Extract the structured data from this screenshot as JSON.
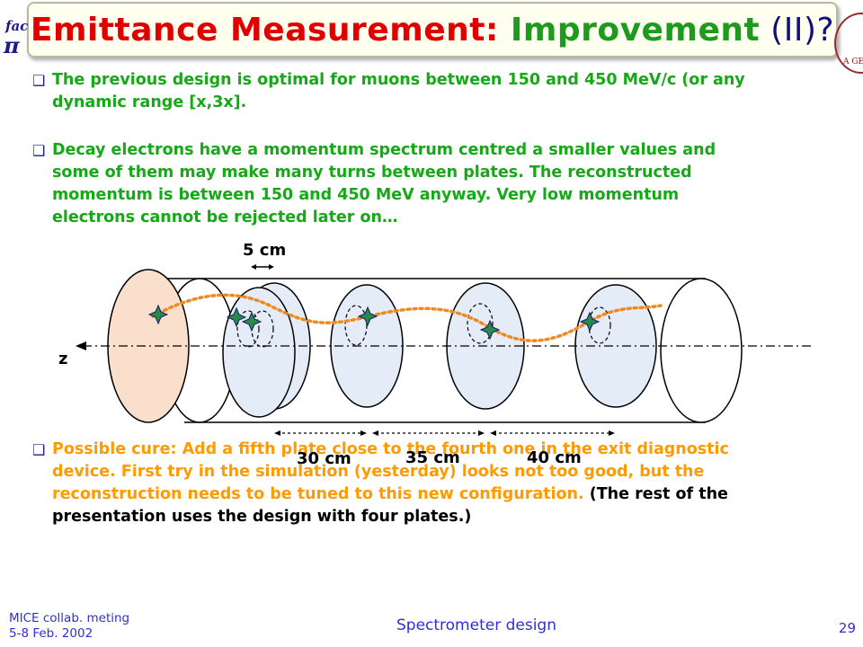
{
  "title": {
    "part1": "Emittance Measurement: ",
    "part2": "Improvement",
    "part3": " (II)?"
  },
  "logos": {
    "left_top": "fac",
    "left_glyph": "π",
    "right_text": "A GENE"
  },
  "bullets": [
    {
      "icon": "checkbox-bullet",
      "text": "The previous design is optimal for muons between 150 and 450 MeV/c (or any dynamic range [x,3x]."
    },
    {
      "icon": "checkbox-bullet",
      "text": "Decay electrons have a momentum spectrum centred a smaller values and some of them may make many turns between plates. The reconstructed momentum is between 150 and 450 MeV anyway. Very low momentum electrons cannot be rejected later on…"
    },
    {
      "icon": "checkbox-bullet",
      "text_orange": "Possible cure: Add a fifth plate close to the fourth one in the exit diagnostic device. First try in the simulation (yesterday) looks not too good, but the reconstruction needs to be tuned to this new configuration.",
      "text_black": " (The rest of the presentation uses the design with four plates.)"
    }
  ],
  "diagram": {
    "label_gap": "5 cm",
    "label_axis": "z",
    "label_d1": "30 cm",
    "label_d2": "35 cm",
    "label_d3": "40 cm",
    "colors": {
      "disk_fill": "#e4ecf8",
      "end_cap_fill": "#fae0cc",
      "track": "#f08a20",
      "arrow": "#000000"
    }
  },
  "footer": {
    "left_line1": "MICE collab. meting",
    "left_line2": "5-8 Feb. 2002",
    "center": "Spectrometer design",
    "page": "29"
  }
}
